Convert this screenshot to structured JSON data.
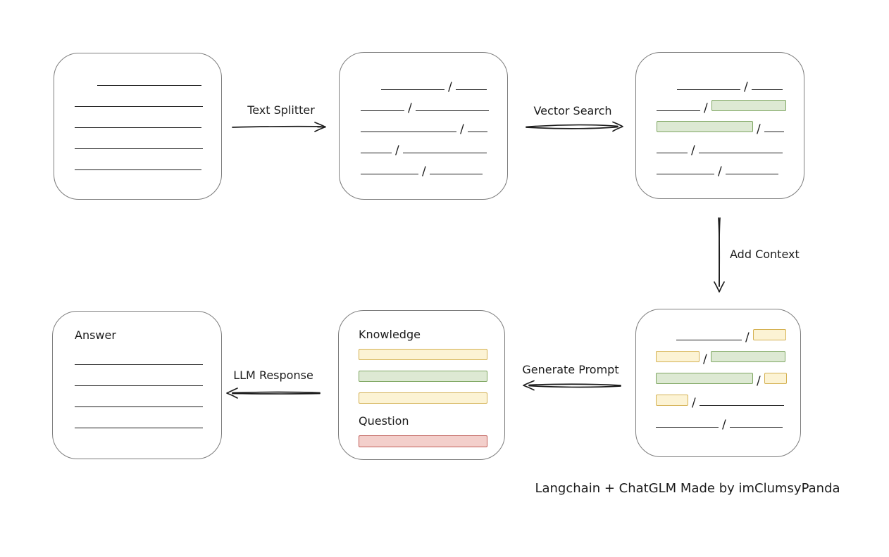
{
  "glyphs": {
    "slash": "/"
  },
  "colors": {
    "line": "#1c1c1c",
    "box_border": "#7d7d7d",
    "green_fill": "#dde9d3",
    "green_border": "#7fa763",
    "yellow_fill": "#fcf3d4",
    "yellow_border": "#d4b152",
    "red_fill": "#f3cfcb",
    "red_border": "#c05d57"
  },
  "labels": {
    "text_splitter": "Text Splitter",
    "vector_search": "Vector Search",
    "add_context": "Add Context",
    "generate_prompt": "Generate Prompt",
    "llm_response": "LLM Response"
  },
  "caption": "Langchain + ChatGLM Made by imClumsyPanda",
  "nodes": {
    "document": {
      "rows": [
        [
          {
            "t": "gap",
            "w": 32
          },
          {
            "t": "line",
            "w": 148
          }
        ],
        [
          {
            "t": "line",
            "w": 182
          }
        ],
        [
          {
            "t": "line",
            "w": 180
          }
        ],
        [
          {
            "t": "line",
            "w": 182
          }
        ],
        [
          {
            "t": "line",
            "w": 180
          }
        ]
      ]
    },
    "chunks": {
      "rows": [
        [
          {
            "t": "gap",
            "w": 29
          },
          {
            "t": "line",
            "w": 90
          },
          {
            "t": "slash"
          },
          {
            "t": "line",
            "w": 44
          }
        ],
        [
          {
            "t": "line",
            "w": 62
          },
          {
            "t": "slash"
          },
          {
            "t": "line",
            "w": 104
          }
        ],
        [
          {
            "t": "line",
            "w": 136
          },
          {
            "t": "slash"
          },
          {
            "t": "line",
            "w": 28
          }
        ],
        [
          {
            "t": "line",
            "w": 44
          },
          {
            "t": "slash"
          },
          {
            "t": "line",
            "w": 119
          }
        ],
        [
          {
            "t": "line",
            "w": 82
          },
          {
            "t": "slash"
          },
          {
            "t": "line",
            "w": 75
          }
        ]
      ]
    },
    "vector_result": {
      "rows": [
        [
          {
            "t": "gap",
            "w": 29
          },
          {
            "t": "line",
            "w": 90
          },
          {
            "t": "slash"
          },
          {
            "t": "line",
            "w": 44
          }
        ],
        [
          {
            "t": "line",
            "w": 62
          },
          {
            "t": "slash"
          },
          {
            "t": "green",
            "w": 106
          }
        ],
        [
          {
            "t": "green",
            "w": 137
          },
          {
            "t": "slash"
          },
          {
            "t": "line",
            "w": 28
          }
        ],
        [
          {
            "t": "line",
            "w": 44
          },
          {
            "t": "slash"
          },
          {
            "t": "line",
            "w": 119
          }
        ],
        [
          {
            "t": "line",
            "w": 82
          },
          {
            "t": "slash"
          },
          {
            "t": "line",
            "w": 75
          }
        ]
      ]
    },
    "context": {
      "rows": [
        [
          {
            "t": "gap",
            "w": 29
          },
          {
            "t": "line",
            "w": 93
          },
          {
            "t": "slash"
          },
          {
            "t": "yellow",
            "w": 47
          }
        ],
        [
          {
            "t": "yellow",
            "w": 62
          },
          {
            "t": "slash"
          },
          {
            "t": "green",
            "w": 106
          }
        ],
        [
          {
            "t": "green",
            "w": 138
          },
          {
            "t": "slash"
          },
          {
            "t": "yellow",
            "w": 32
          }
        ],
        [
          {
            "t": "yellow",
            "w": 46
          },
          {
            "t": "slash"
          },
          {
            "t": "line",
            "w": 120
          }
        ],
        [
          {
            "t": "line",
            "w": 89
          },
          {
            "t": "slash"
          },
          {
            "t": "line",
            "w": 75
          }
        ]
      ]
    },
    "prompt": {
      "knowledge_label": "Knowledge",
      "question_label": "Question",
      "knowledge_bars": [
        {
          "color": "yellow",
          "w": 183
        },
        {
          "color": "green",
          "w": 183
        },
        {
          "color": "yellow",
          "w": 183
        }
      ],
      "question_bars": [
        {
          "color": "red",
          "w": 183
        }
      ]
    },
    "answer": {
      "label": "Answer",
      "rows": [
        [
          {
            "t": "line",
            "w": 182
          }
        ],
        [
          {
            "t": "line",
            "w": 182
          }
        ],
        [
          {
            "t": "line",
            "w": 182
          }
        ],
        [
          {
            "t": "line",
            "w": 182
          }
        ]
      ]
    }
  }
}
